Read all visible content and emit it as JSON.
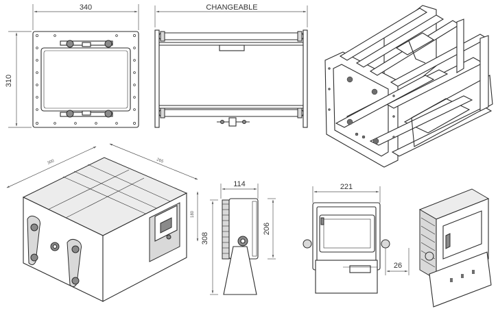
{
  "dimensions": {
    "width_a": "340",
    "height_a": "310",
    "changeable": "CHANGEABLE",
    "iso_width": "300",
    "iso_depth": "265",
    "iso_height": "180",
    "side_width": "114",
    "side_height_total": "308",
    "side_height_body": "206",
    "front_width": "221",
    "front_offset": "26"
  }
}
